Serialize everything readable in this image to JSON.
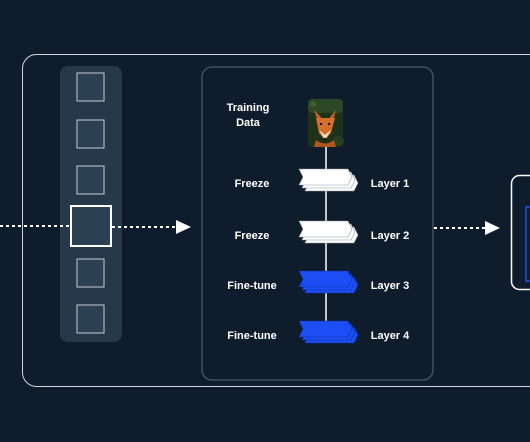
{
  "training": {
    "label_line1": "Training",
    "label_line2": "Data",
    "image": "fox-photo"
  },
  "layers": [
    {
      "action": "Freeze",
      "name": "Layer 1",
      "state": "frozen"
    },
    {
      "action": "Freeze",
      "name": "Layer 2",
      "state": "frozen"
    },
    {
      "action": "Fine-tune",
      "name": "Layer 3",
      "state": "trainable"
    },
    {
      "action": "Fine-tune",
      "name": "Layer 4",
      "state": "trainable"
    }
  ],
  "input_stack": {
    "item_count": 6,
    "selected_index": 3
  },
  "colors": {
    "background": "#0f1c2b",
    "panel_border": "#cdd5dd",
    "model_border": "#3f5160",
    "frozen_layer": "#ffffff",
    "trainable_layer": "#1b4ff5",
    "stack_panel": "#26394b",
    "stack_item": "#2c4053"
  },
  "icons": [
    "right-arrow-icon",
    "fox-image"
  ]
}
